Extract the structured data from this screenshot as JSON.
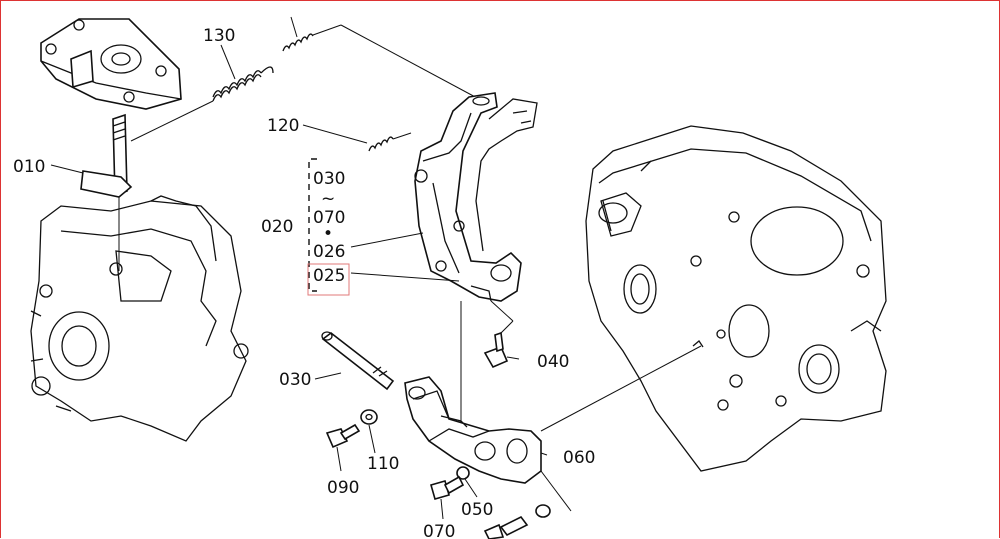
{
  "labels": {
    "p010": "010",
    "p020": "020",
    "p030a": "030",
    "p030b": "030",
    "range_sep": "~",
    "p070a": "070",
    "dot": "•",
    "p026": "026",
    "p025": "025",
    "p040": "040",
    "p050": "050",
    "p060": "060",
    "p070b": "070",
    "p090": "090",
    "p110": "110",
    "p120": "120",
    "p130": "130"
  },
  "colors": {
    "line": "#111111",
    "highlight": "#e07a7a",
    "frame": "#dd3333",
    "background": "#ffffff"
  }
}
